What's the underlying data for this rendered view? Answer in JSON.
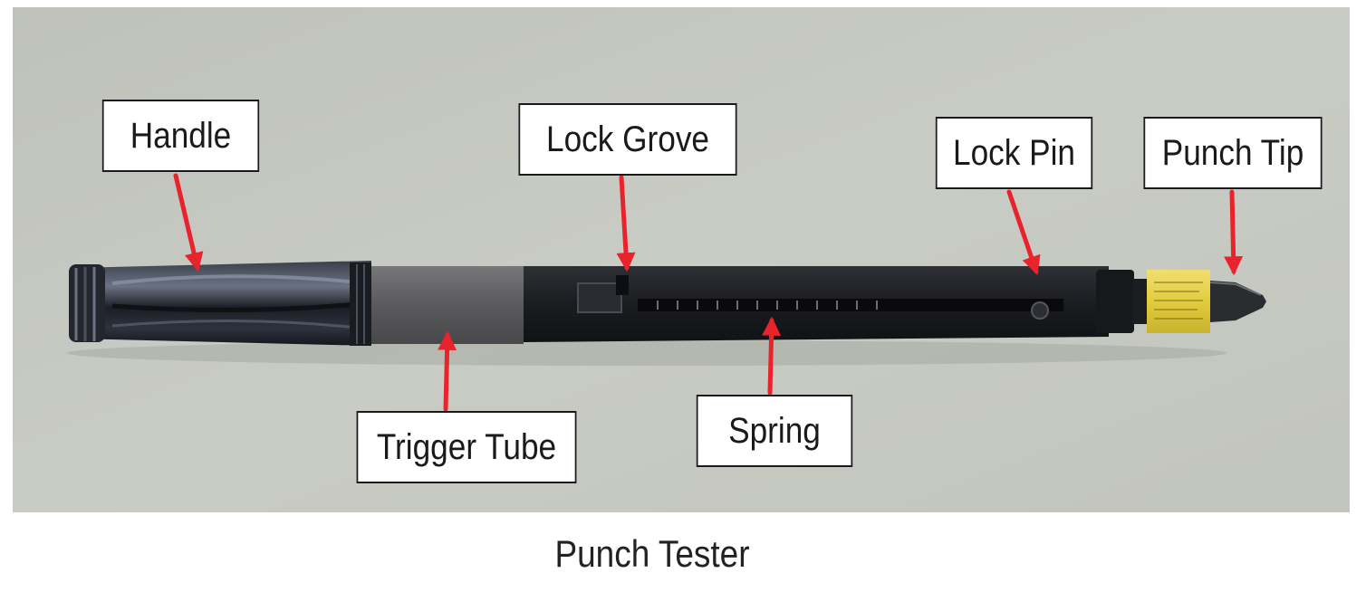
{
  "labels": {
    "handle": "Handle",
    "lock_grove": "Lock Grove",
    "lock_pin": "Lock Pin",
    "punch_tip": "Punch Tip",
    "trigger_tube": "Trigger Tube",
    "spring": "Spring"
  },
  "caption": "Punch Tester",
  "colors": {
    "background": "#c5c8c0",
    "arrow": "#e8232b",
    "tool_body": "#1e2024",
    "trigger_tube": "#5d5d5f",
    "tip_band": "#e6d24a"
  }
}
